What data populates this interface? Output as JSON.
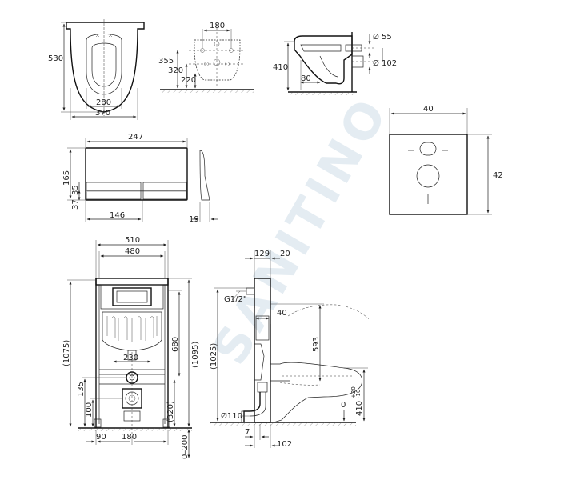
{
  "watermark": "SANITINO",
  "bowl_top_view": {
    "depth": "530",
    "inner_width": "280",
    "outer_width": "370"
  },
  "bowl_back_view": {
    "hole_spacing": "180",
    "h355": "355",
    "h320": "320",
    "h220": "220"
  },
  "bowl_side_view": {
    "height": "410",
    "offset": "80",
    "pipe_small": "Ø 55",
    "pipe_large": "Ø 102"
  },
  "flush_plate": {
    "width": "247",
    "height": "165",
    "h37": "37",
    "h35": "35",
    "button_width": "146",
    "depth": "19"
  },
  "sound_pad": {
    "width": "40",
    "height": "42"
  },
  "frame_front": {
    "outer_width": "510",
    "inner_width": "480",
    "total_height": "(1075)",
    "height_1095": "(1095)",
    "height_680": "680",
    "spacing_230": "230",
    "h135": "135",
    "h100": "100",
    "h320": "(320)",
    "w90": "90",
    "w180": "180",
    "floor_adjust": "0–200"
  },
  "frame_side": {
    "depth_129": "129",
    "depth_20": "20",
    "thread": "G1/2\"",
    "offset_40": "40",
    "height_1025": "(1025)",
    "height_593": "593",
    "drain": "Ø110",
    "seat_height": "410",
    "tol_plus": "+20",
    "tol_minus": "-10",
    "zero": "0",
    "w7": "7",
    "w102": "102"
  }
}
